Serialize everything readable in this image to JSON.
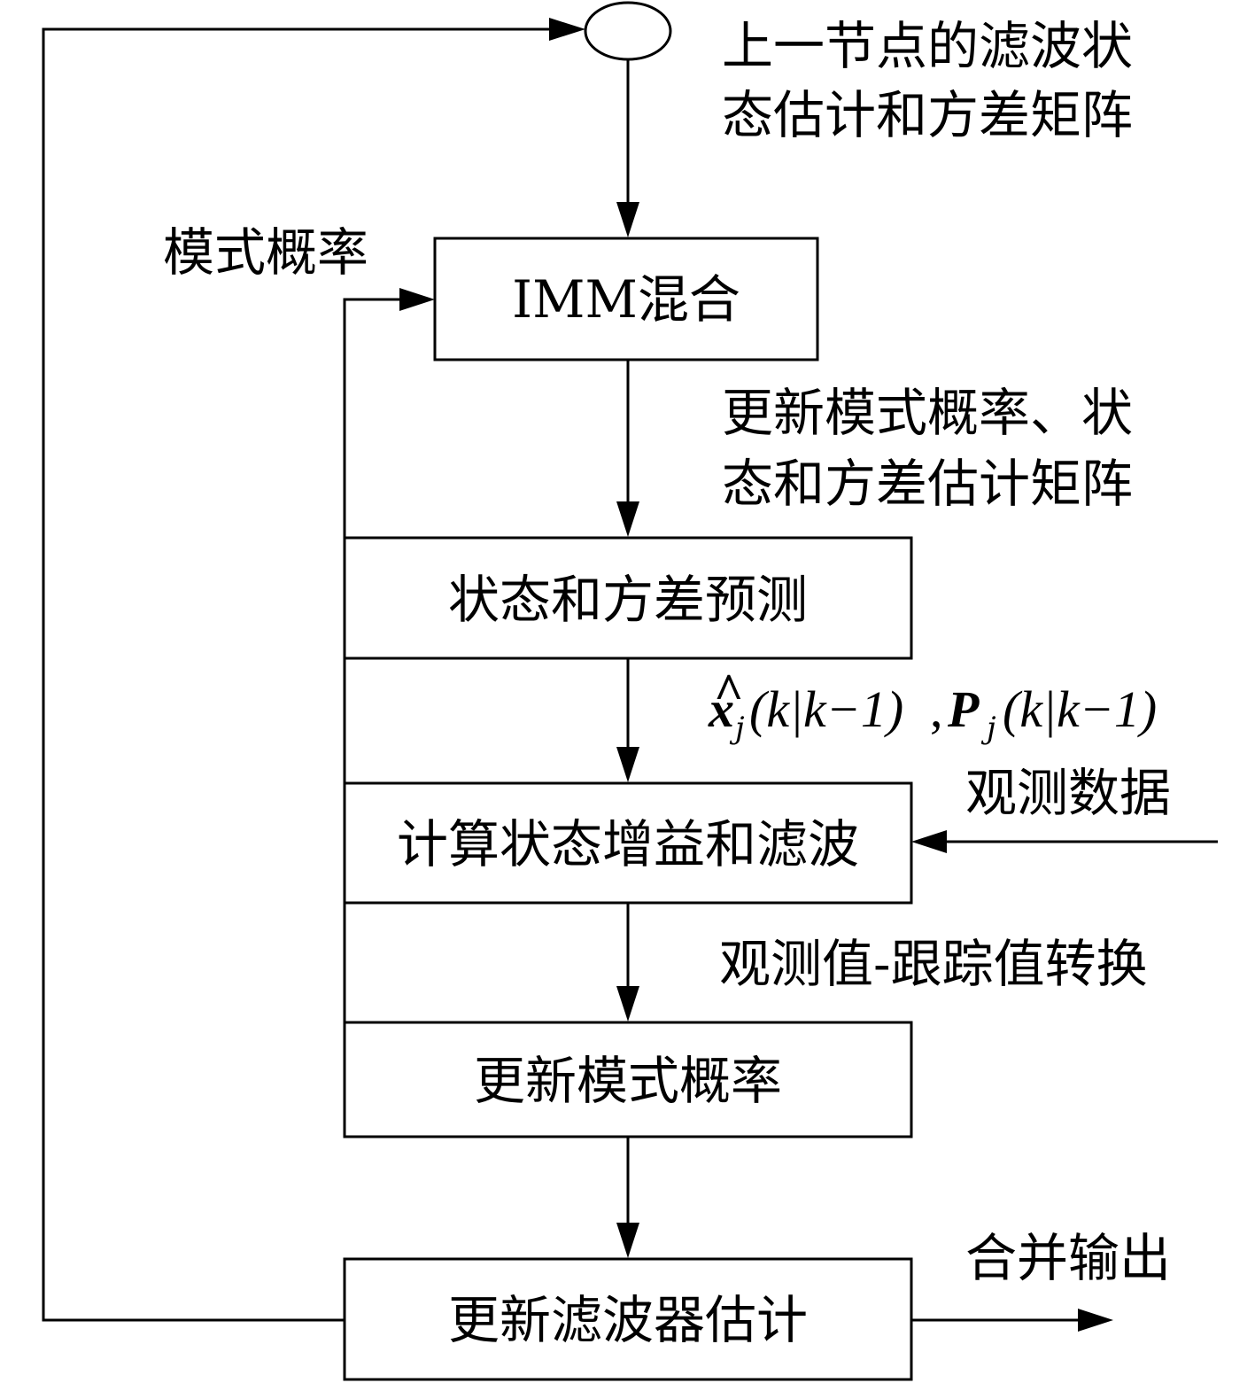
{
  "boxes": {
    "imm_mix": "IMM混合",
    "predict": "状态和方差预测",
    "gain_filter": "计算状态增益和滤波",
    "update_mode": "更新模式概率",
    "update_filter": "更新滤波器估计"
  },
  "labels": {
    "prev_state_line1": "上一节点的滤波状",
    "prev_state_line2": "态估计和方差矩阵",
    "mode_prob": "模式概率",
    "update_line1": "更新模式概率、状",
    "update_line2": "态和方差估计矩阵",
    "observation_data": "观测数据",
    "obs_track_convert": "观测值-跟踪值转换",
    "merge_output": "合并输出"
  },
  "formula": {
    "x_hat": "x",
    "hat_mark": "^",
    "sub_j": "j",
    "arg": "(k|k−1)",
    "comma": ",",
    "P": "P"
  }
}
